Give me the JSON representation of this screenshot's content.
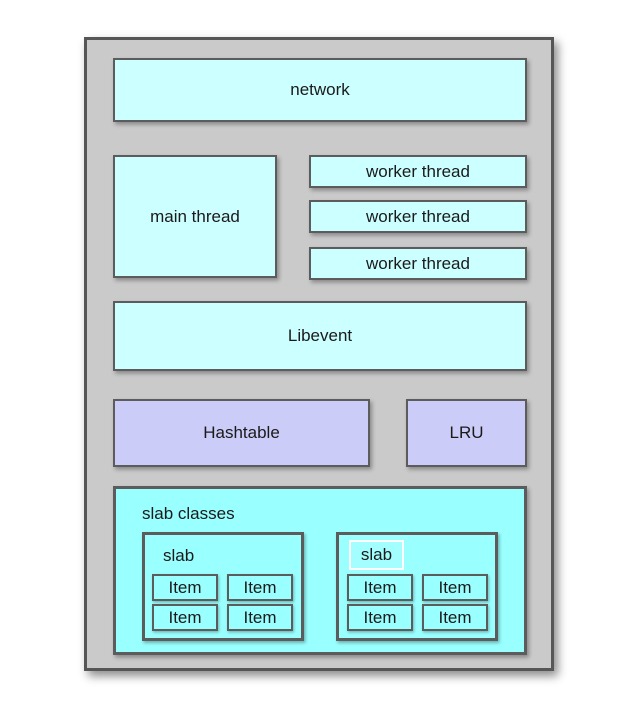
{
  "diagram": {
    "boxes": {
      "network": "network",
      "main_thread": "main thread",
      "workers": [
        "worker thread",
        "worker thread",
        "worker thread"
      ],
      "libevent": "Libevent",
      "hashtable": "Hashtable",
      "lru": "LRU"
    },
    "slab_classes": {
      "label": "slab classes",
      "slabs": [
        {
          "label": "slab",
          "highlighted": false,
          "items": [
            "Item",
            "Item",
            "Item",
            "Item"
          ]
        },
        {
          "label": "slab",
          "highlighted": true,
          "items": [
            "Item",
            "Item",
            "Item",
            "Item"
          ]
        }
      ]
    },
    "colors": {
      "outer_fill": "#cacaca",
      "border_dark": "#5c5c5c",
      "cyan_light": "#ccffff",
      "cyan_bright": "#99ffff",
      "lavender": "#ccccf8",
      "highlight_border": "#ffffff",
      "text": "#1a1a1a"
    }
  }
}
